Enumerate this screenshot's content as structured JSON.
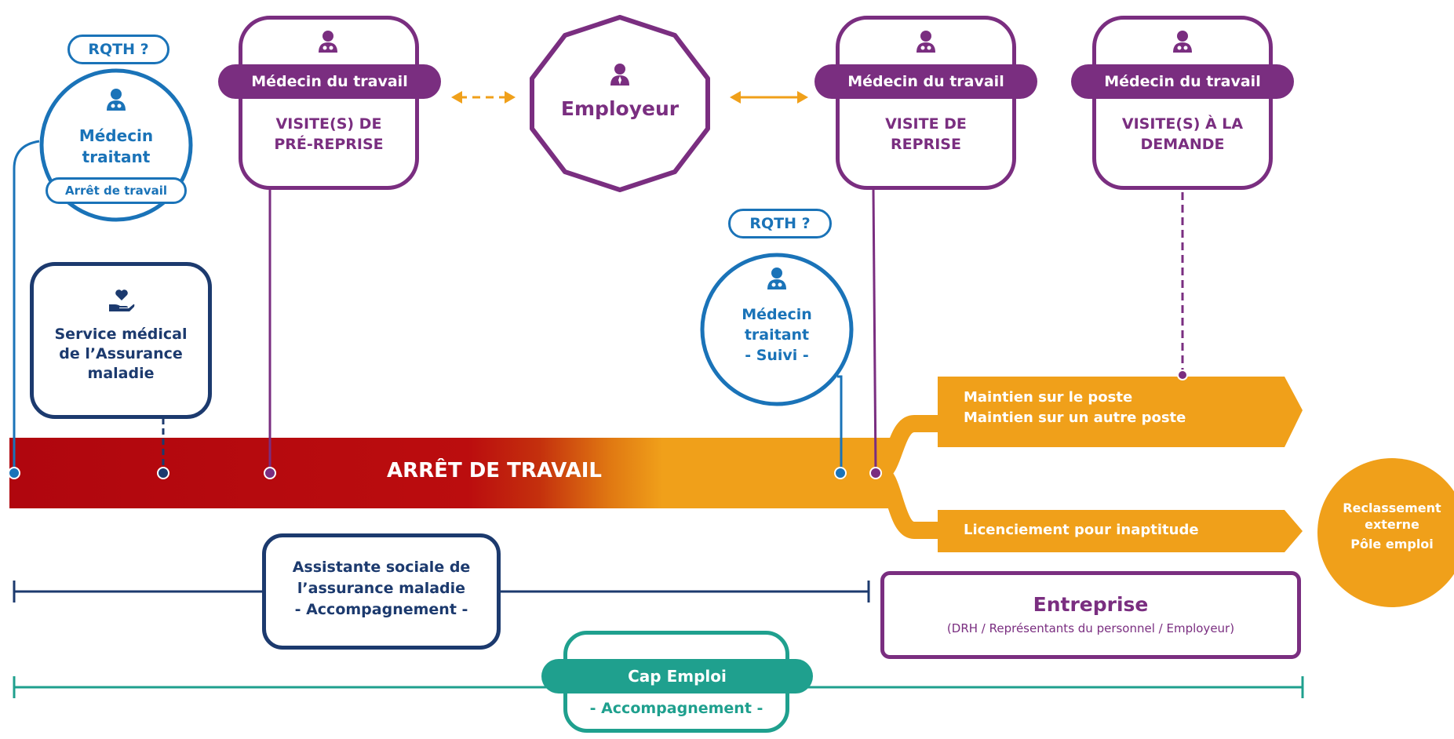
{
  "colors": {
    "blue": "#1a73b8",
    "purple": "#7a2e80",
    "navy": "#1c3a6e",
    "teal": "#1fa08e",
    "orange": "#f0a01a",
    "red": "#b5090f"
  },
  "gp_top": {
    "rqth": "RQTH ?",
    "title_line1": "Médecin",
    "title_line2": "traitant",
    "tag": "Arrêt de travail",
    "icon": "doctor-icon"
  },
  "occ_pre": {
    "header": "Médecin du travail",
    "line1": "VISITE(S) DE",
    "line2": "PRÉ-REPRISE",
    "icon": "doctor-icon"
  },
  "employer": {
    "label": "Employeur",
    "icon": "employer-icon"
  },
  "occ_return": {
    "header": "Médecin du travail",
    "line1": "VISITE DE",
    "line2": "REPRISE",
    "icon": "doctor-icon"
  },
  "occ_demand": {
    "header": "Médecin du travail",
    "line1": "VISITE(S) À LA",
    "line2": "DEMANDE",
    "icon": "doctor-icon"
  },
  "health_service": {
    "line1": "Service médical",
    "line2": "de l’Assurance",
    "line3": "maladie",
    "icon": "hand-heart-icon"
  },
  "gp_mid": {
    "rqth": "RQTH ?",
    "line1": "Médecin",
    "line2": "traitant",
    "line3": "- Suivi -",
    "icon": "doctor-icon"
  },
  "sick_leave_bar": {
    "label": "ARRÊT DE TRAVAIL"
  },
  "outcomes": {
    "keep_line1": "Maintien sur le poste",
    "keep_line2": "Maintien sur un autre poste",
    "dismissal": "Licenciement pour inaptitude"
  },
  "external": {
    "line1": "Reclassement",
    "line2": "externe",
    "line3": "Pôle emploi"
  },
  "social_worker": {
    "line1": "Assistante sociale de",
    "line2": "l’assurance maladie",
    "line3": "- Accompagnement -"
  },
  "company": {
    "title": "Entreprise",
    "subtitle": "(DRH / Représentants du personnel / Employeur)"
  },
  "cap_emploi": {
    "title": "Cap Emploi",
    "subtitle": "- Accompagnement -"
  }
}
